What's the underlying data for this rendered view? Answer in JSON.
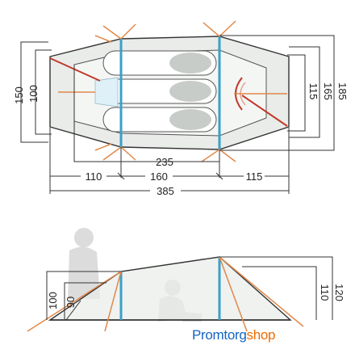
{
  "top_view": {
    "width_labels": [
      "150",
      "100"
    ],
    "right_labels": [
      "115",
      "165",
      "185"
    ],
    "inner_length": "235",
    "segments": [
      "110",
      "160",
      "115"
    ],
    "total_length": "385"
  },
  "side_view": {
    "left_heights": [
      "100",
      "90"
    ],
    "right_heights": [
      "110",
      "120"
    ]
  },
  "watermark": {
    "part1": "Promtorg",
    "part2": "shop"
  },
  "colors": {
    "pole_blue": "#3aa0c8",
    "guy_orange": "#e0884a",
    "ridge_red": "#c0392b",
    "fabric": "#e8ece8",
    "outline": "#333333"
  }
}
